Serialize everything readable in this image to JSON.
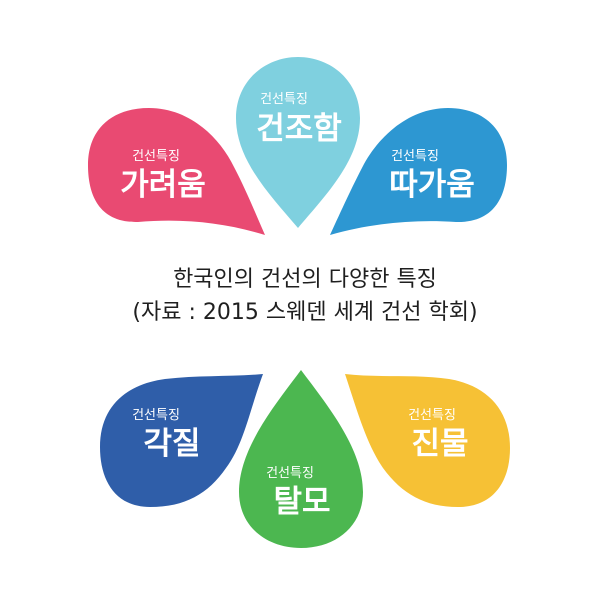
{
  "title_line1": "한국인의 건선의 다양한 특징",
  "title_line2": "(자료 : 2015 스웨덴 세계 건선 학회)",
  "petals": [
    {
      "id": "dryness",
      "subtitle": "건선특징",
      "label": "건조함",
      "color": "#7fd0df"
    },
    {
      "id": "itchiness",
      "subtitle": "건선특징",
      "label": "가려움",
      "color": "#e94a72"
    },
    {
      "id": "stinging",
      "subtitle": "건선특징",
      "label": "따가움",
      "color": "#2d97d2"
    },
    {
      "id": "keratin",
      "subtitle": "건선특징",
      "label": "각질",
      "color": "#2f5ea9"
    },
    {
      "id": "discharge",
      "subtitle": "건선특징",
      "label": "진물",
      "color": "#f6c135"
    },
    {
      "id": "hair-loss",
      "subtitle": "건선특징",
      "label": "탈모",
      "color": "#4cb750"
    }
  ]
}
